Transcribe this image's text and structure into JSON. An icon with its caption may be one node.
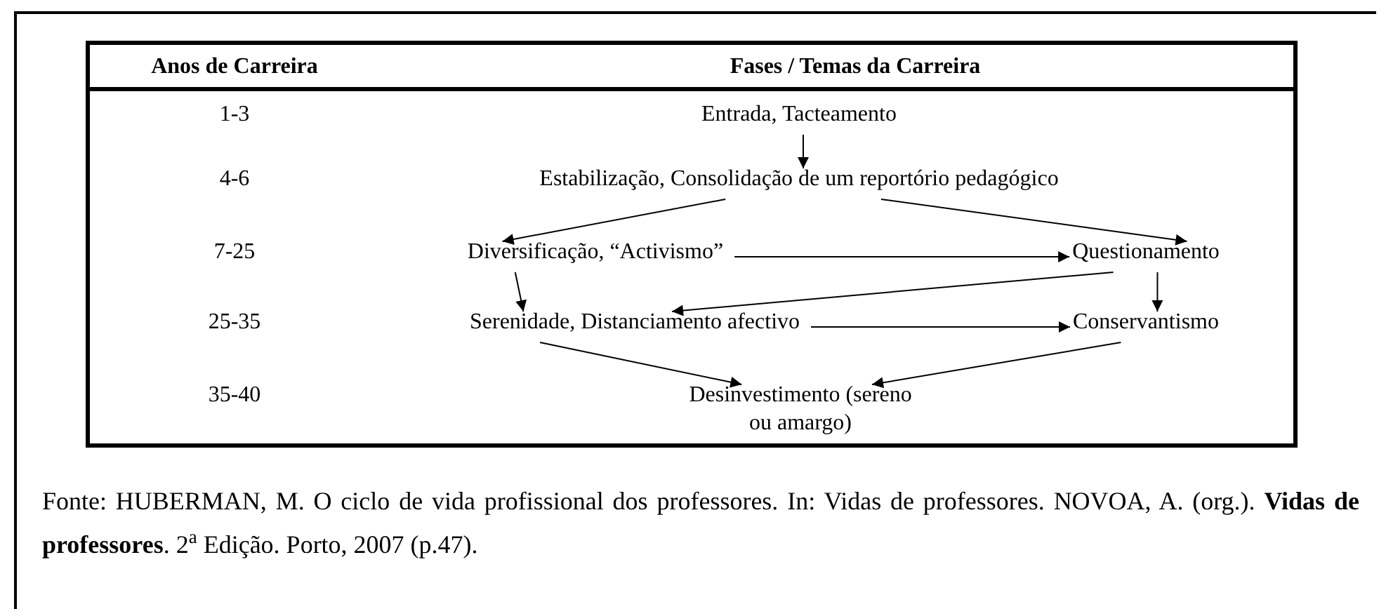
{
  "diagram": {
    "caption": "Fonte: HUBERMAN, M. O ciclo de vida profissional dos professores. In: Vidas de professores. NOVOA, A. (org.). **Vidas de professores**. 2$^{a}$ Edição. Porto, 2007 (p.47).",
    "nodes": [
      {
        "text": [
          "Entrada, Tacteamento"
        ]
      },
      {
        "text": [
          "Estabilização, Consolidação de um reportório pedagógico"
        ]
      },
      {
        "text": [
          "Diversificação, “Activismo”"
        ]
      },
      {
        "text": [
          "Questionamento"
        ]
      },
      {
        "text": [
          "Serenidade, Distanciamento afectivo"
        ]
      },
      {
        "text": [
          "Conservantismo"
        ]
      },
      {
        "text": [
          "Desinvestimento (sereno ou amargo)"
        ]
      }
    ],
    "edges": [
      {
        "from": 0,
        "to": 1,
        "arrow": "to"
      },
      {
        "from": 1,
        "to": 2,
        "arrow": "to"
      },
      {
        "from": 1,
        "to": 3,
        "arrow": "to"
      },
      {
        "from": 2,
        "to": 3,
        "arrow": "to"
      },
      {
        "from": 2,
        "to": 4,
        "arrow": "to"
      },
      {
        "from": 3,
        "to": 4,
        "arrow": "to"
      },
      {
        "from": 3,
        "to": 5,
        "arrow": "to"
      },
      {
        "from": 4,
        "to": 5,
        "arrow": "to"
      },
      {
        "from": 4,
        "to": 6,
        "arrow": "to"
      },
      {
        "from": 5,
        "to": 6,
        "arrow": "to"
      }
    ],
    "labels": [
      "Anos de Carreira",
      "Fases / Temas da Carreira",
      "1-3",
      "4-6",
      "7-25",
      "25-35",
      "35-40"
    ]
  }
}
